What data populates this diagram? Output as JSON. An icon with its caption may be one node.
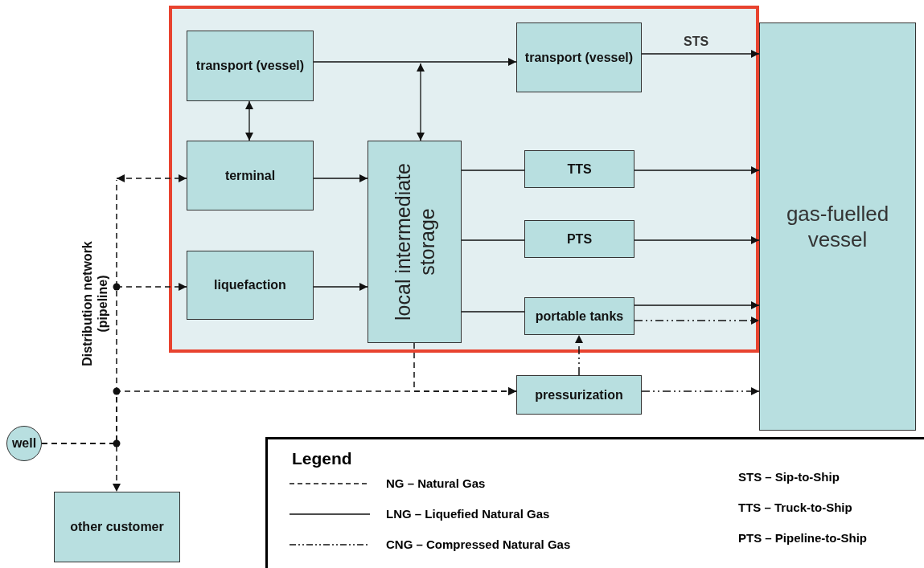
{
  "diagram": {
    "nodes": [
      {
        "text": [],
        "shape": "box"
      },
      {
        "text": [
          "transport (vessel)"
        ],
        "in": 0
      },
      {
        "text": [
          "transport (vessel)"
        ],
        "in": 0
      },
      {
        "text": [
          "gas-fuelled vessel"
        ]
      },
      {
        "text": [
          "terminal"
        ],
        "in": 0
      },
      {
        "text": [
          "local intermediate storage"
        ],
        "in": 0
      },
      {
        "text": [
          "TTS"
        ],
        "in": 0
      },
      {
        "text": [
          "PTS"
        ],
        "in": 0
      },
      {
        "text": [
          "liquefaction"
        ],
        "in": 0
      },
      {
        "text": [
          "portable tanks"
        ],
        "in": 0
      },
      {
        "text": [
          "pressurization"
        ]
      },
      {
        "text": [
          "well"
        ]
      },
      {
        "text": [
          "other customer"
        ]
      }
    ],
    "edges": [
      {
        "from": 1,
        "to": 2,
        "arrow": "to"
      },
      {
        "from": 1,
        "to": 4,
        "arrow": "both"
      },
      {
        "from": 4,
        "to": 5,
        "arrow": "to"
      },
      {
        "from": 8,
        "to": 5,
        "arrow": "to"
      },
      {
        "from": 5,
        "to": null,
        "arrow": "both"
      },
      {
        "from": 2,
        "to": 3,
        "arrow": "to",
        "label": "STS"
      },
      {
        "from": 5,
        "to": 6,
        "arrow": "none"
      },
      {
        "from": 6,
        "to": 3,
        "arrow": "to"
      },
      {
        "from": 5,
        "to": 7,
        "arrow": "none"
      },
      {
        "from": 7,
        "to": 3,
        "arrow": "to"
      },
      {
        "from": 5,
        "to": 9,
        "arrow": "none"
      },
      {
        "from": 9,
        "to": 3,
        "arrow": "to"
      },
      {
        "from": 9,
        "to": 3,
        "arrow": "to",
        "style": "dashed"
      },
      {
        "from": 10,
        "to": 9,
        "arrow": "to",
        "style": "dashed"
      },
      {
        "from": 10,
        "to": 3,
        "arrow": "to",
        "style": "dashed"
      },
      {
        "from": 5,
        "to": 10,
        "arrow": "to",
        "style": "dashed"
      },
      {
        "from": null,
        "to": 4,
        "arrow": "both",
        "style": "dashed"
      },
      {
        "from": 11,
        "to": 8,
        "arrow": "to",
        "style": "dashed"
      },
      {
        "from": 11,
        "to": 10,
        "arrow": "to",
        "style": "dashed"
      },
      {
        "from": 11,
        "to": 12,
        "arrow": "to",
        "style": "dashed"
      }
    ],
    "labels": [
      "Distribution network (pipeline)",
      "Legend",
      "STS – Sip-to-Ship",
      "TTS – Truck-to-Ship",
      "PTS – Pipeline-to-Ship"
    ],
    "legend": [
      {
        "text": "NG – Natural Gas"
      },
      {
        "text": "LNG – Liquefied Natural Gas"
      },
      {
        "text": "CNG – Compressed Natural Gas"
      }
    ]
  }
}
